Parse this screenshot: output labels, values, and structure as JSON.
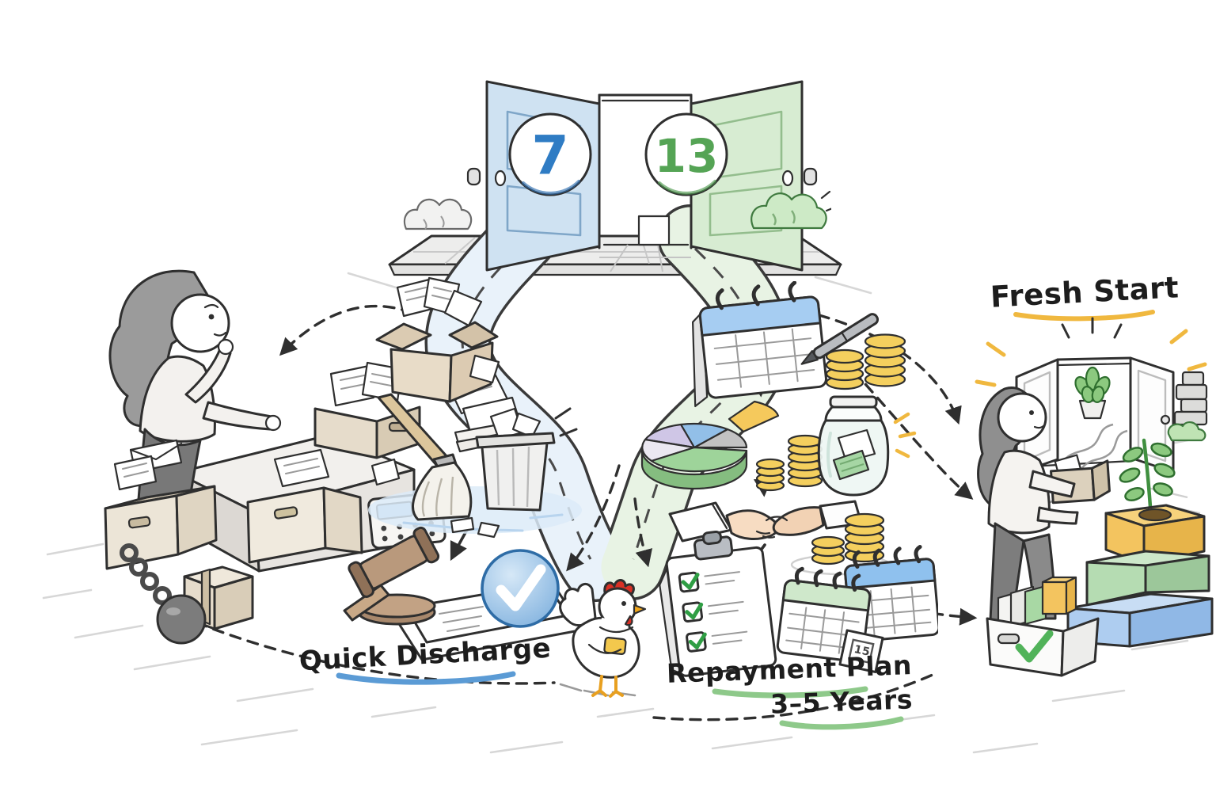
{
  "title": "Two doors illustration: Chapter 7 quick discharge path vs Chapter 13 repayment plan path leading to a fresh start",
  "chapter7": {
    "door_number": "7",
    "path_label": "Quick Discharge",
    "steps": [
      "box-of-documents",
      "broom-sweeping-papers-to-trash",
      "gavel-and-approved-document"
    ]
  },
  "chapter13": {
    "door_number": "13",
    "path_label_line1": "Repayment Plan",
    "path_label_line2": "3–5 Years",
    "calendar_page": "15",
    "steps": [
      "calendar-pen-coins",
      "budget-pie-chart-coins-savings-jar",
      "handshake-with-coins",
      "checklist-and-calendars"
    ]
  },
  "outcome": {
    "label": "Fresh Start"
  },
  "colors": {
    "chapter7-blue": "#2f7cc4",
    "chapter13-green": "#55a455",
    "door-blue": "#cfe2f2",
    "door-green": "#d7ecd2",
    "underline-blue": "#5b9bd5",
    "underline-green": "#8ec98a",
    "underline-yellow": "#f0b83f",
    "path-blue": "#e9f2fa",
    "path-green": "#e8f3e4",
    "coin-gold": "#f4cf5e",
    "check-green": "#3fae55",
    "ink": "#2f2f2f"
  },
  "icons": {
    "door-left-7-icon": "open light blue door",
    "door-right-13-icon": "open light green door",
    "bush-icon": "shrub by doorway",
    "woman-sorting-documents-icon": "woman reviewing box of papers",
    "desk-icon": "table with paperwork",
    "document-box-icon": "box of documents",
    "calculator-icon": "calculator",
    "paper-stack-icon": "stack of papers",
    "moving-boxes-icon": "boxes of files and envelope",
    "ball-and-chain-icon": "debt ball and chain",
    "open-box-papers-icon": "open box with flying papers",
    "broom-trash-icon": "broom sweeping papers into trash bin",
    "gavel-icon": "court gavel",
    "approved-document-icon": "document with blue check seal",
    "chicken-icon": "chicken mascot",
    "calendar-blue-icon": "desk calendar with blue header",
    "pen-icon": "pen",
    "coins-icon": "stacks of gold coins",
    "pie-chart-icon": "budget pie chart",
    "savings-jar-icon": "glass jar with money",
    "sparkle-icon": "yellow sparkles",
    "handshake-icon": "handshake agreement",
    "checklist-clipboard-icon": "clipboard with green checkmarks",
    "calendar-green-icon": "calendar with green header",
    "calendar-page-icon": "torn calendar page",
    "fresh-start-door-icon": "open doorway with plant and stone wall",
    "rays-icon": "radiating lines",
    "woman-carrying-box-icon": "woman carrying small box toward door",
    "growth-blocks-icon": "stacked blocks with growing plant",
    "organized-box-icon": "box of folders with green checkmark",
    "path-icon": "winding road",
    "arrow-icon": "hand-drawn arrow"
  }
}
